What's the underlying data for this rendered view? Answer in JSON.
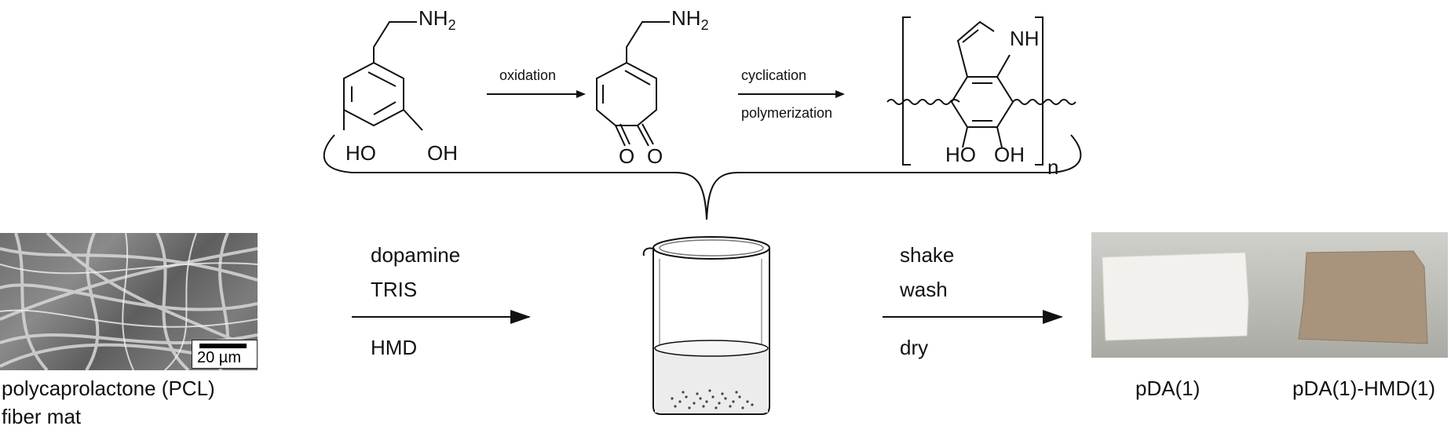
{
  "scheme": {
    "nh2_1": "NH",
    "nh2_1_sub": "2",
    "nh2_2": "NH",
    "nh2_2_sub": "2",
    "oxidation": "oxidation",
    "cyclication": "cyclication",
    "polymerization": "polymerization",
    "ho_1": "HO",
    "oh_1": "OH",
    "o_1": "O",
    "o_2": "O",
    "nh_indole": "NH",
    "ho_2": "HO",
    "oh_2": "OH",
    "subscript_n": "n"
  },
  "left": {
    "scale_label": "20 µm",
    "caption_line1": "polycaprolactone  (PCL)",
    "caption_line2": "fiber mat"
  },
  "reagents": {
    "line1": "dopamine",
    "line2": "TRIS",
    "line3": "HMD"
  },
  "steps": {
    "line1": "shake",
    "line2": "wash",
    "line3": "dry"
  },
  "products": {
    "label_left": "pDA(1)",
    "label_right": "pDA(1)-HMD(1)"
  },
  "colors": {
    "photo_bg": "#c4c5bf",
    "sample_white": "#f2f1ee",
    "sample_brown": "#a8937d",
    "sem_gray": "#777777"
  }
}
